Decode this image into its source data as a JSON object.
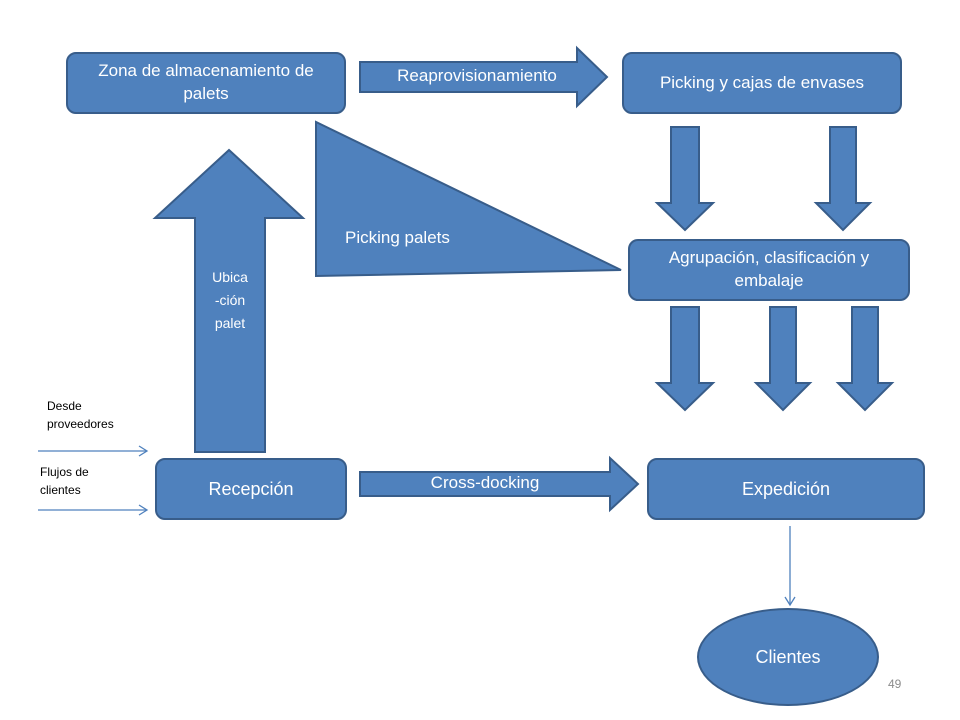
{
  "nodes": {
    "zona_almacenamiento": "Zona de almacenamiento de palets",
    "picking_cajas": "Picking y cajas de envases",
    "agrupacion": "Agrupación, clasificación y embalaje",
    "recepcion": "Recepción",
    "expedicion": "Expedición",
    "clientes": "Clientes"
  },
  "arrows": {
    "reaprovisionamiento": "Reaprovisionamiento",
    "picking_palets": "Picking palets",
    "ubicacion_palet": [
      "Ubica",
      "-ción",
      "palet"
    ],
    "cross_docking": "Cross-docking"
  },
  "inputs": {
    "desde_proveedores": [
      "Desde",
      "proveedores"
    ],
    "flujos_clientes": [
      "Flujos de",
      "clientes"
    ]
  },
  "colors": {
    "fill": "#4f81bd",
    "stroke": "#385d8a",
    "thin_arrow": "#4f81bd"
  },
  "page_number": "49"
}
